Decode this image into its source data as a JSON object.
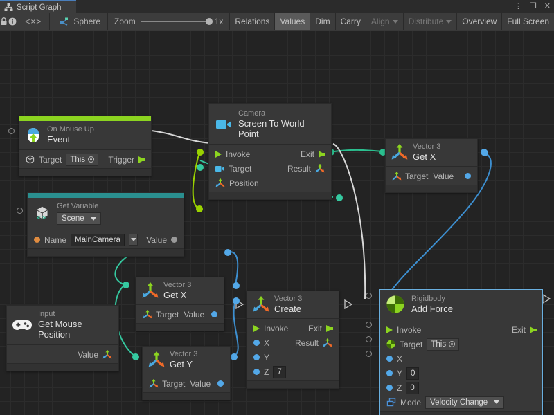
{
  "window": {
    "tab_label": "Script Graph",
    "tab_icon": "script-graph-icon",
    "buttons": {
      "menu": "⋮",
      "maximize": "❐",
      "close": "✕"
    }
  },
  "toolbar": {
    "lock_icon": "lock-icon",
    "info_icon": "info-icon",
    "code_icon": "angle-brackets-icon",
    "object_icon": "graph-object-icon",
    "object_label": "Sphere",
    "zoom_label": "Zoom",
    "zoom_value": "1x",
    "items": [
      {
        "label": "Relations",
        "state": "normal"
      },
      {
        "label": "Values",
        "state": "pressed"
      },
      {
        "label": "Dim",
        "state": "normal"
      },
      {
        "label": "Carry",
        "state": "normal"
      },
      {
        "label": "Align",
        "state": "disabled",
        "caret": true
      },
      {
        "label": "Distribute",
        "state": "disabled",
        "caret": true
      },
      {
        "label": "Overview",
        "state": "normal"
      },
      {
        "label": "Full Screen",
        "state": "normal"
      }
    ]
  },
  "colors": {
    "accent_event": "#8cd420",
    "accent_variable": "#2a8f8f",
    "flow_wire": "#d8d8d8",
    "value_wire_blue": "#3d8fd0",
    "value_wire_teal": "#35c9a0",
    "value_wire_green": "#9ad200",
    "canvas_bg": "#232323",
    "node_bg": "#383838",
    "selection": "#6ab0e0"
  },
  "nodes": {
    "on_mouse_up": {
      "sub": "On Mouse Up",
      "main": "Event",
      "icon": "mouse-up-icon",
      "accent": "#8cd420",
      "ports": [
        {
          "name": "Target",
          "icon": "gameobject-icon",
          "widget": "This"
        },
        {
          "name": "Trigger",
          "type": "flow-out"
        }
      ]
    },
    "get_variable": {
      "sub": "Get Variable",
      "main": "Scene",
      "icon": "unity-variable-icon",
      "accent": "#2a8f8f",
      "kind_dropdown": "Scene",
      "ports": [
        {
          "name": "Name",
          "value": "MainCamera"
        },
        {
          "name": "Value"
        }
      ]
    },
    "camera_screen_to_world": {
      "sub": "Camera",
      "main": "Screen To World Point",
      "icon": "camera-icon",
      "inputs": [
        {
          "name": "Invoke",
          "type": "flow-in"
        },
        {
          "name": "Target",
          "type": "camera"
        },
        {
          "name": "Position",
          "type": "vector3"
        }
      ],
      "outputs": [
        {
          "name": "Exit",
          "type": "flow-out"
        },
        {
          "name": "Result",
          "type": "vector3"
        }
      ]
    },
    "vector3_get_x_top": {
      "sub": "Vector 3",
      "main": "Get X",
      "icon": "vector3-icon",
      "ports": [
        {
          "name": "Target"
        },
        {
          "name": "Value"
        }
      ]
    },
    "input_get_mouse_position": {
      "sub": "Input",
      "main": "Get Mouse Position",
      "icon": "gamepad-icon",
      "ports": [
        {
          "name": "Value",
          "type": "vector3"
        }
      ]
    },
    "vector3_get_x_mid": {
      "sub": "Vector 3",
      "main": "Get X",
      "icon": "vector3-icon",
      "ports": [
        {
          "name": "Target"
        },
        {
          "name": "Value"
        }
      ]
    },
    "vector3_get_y": {
      "sub": "Vector 3",
      "main": "Get Y",
      "icon": "vector3-icon",
      "ports": [
        {
          "name": "Target"
        },
        {
          "name": "Value"
        }
      ]
    },
    "vector3_create": {
      "sub": "Vector 3",
      "main": "Create",
      "icon": "vector3-icon",
      "inputs": [
        {
          "name": "Invoke",
          "type": "flow-in"
        },
        {
          "name": "X",
          "value": ""
        },
        {
          "name": "Y",
          "value": ""
        },
        {
          "name": "Z",
          "value": "7"
        }
      ],
      "outputs": [
        {
          "name": "Exit",
          "type": "flow-out"
        },
        {
          "name": "Result",
          "type": "vector3"
        }
      ]
    },
    "rigidbody_add_force": {
      "sub": "Rigidbody",
      "main": "Add Force",
      "icon": "rigidbody-icon",
      "selected": true,
      "inputs": [
        {
          "name": "Invoke",
          "type": "flow-in"
        },
        {
          "name": "Target",
          "widget": "This"
        },
        {
          "name": "X",
          "value": ""
        },
        {
          "name": "Y",
          "value": "0"
        },
        {
          "name": "Z",
          "value": "0"
        },
        {
          "name": "Mode",
          "value": "Velocity Change"
        }
      ],
      "outputs": [
        {
          "name": "Exit",
          "type": "flow-out"
        }
      ]
    }
  }
}
